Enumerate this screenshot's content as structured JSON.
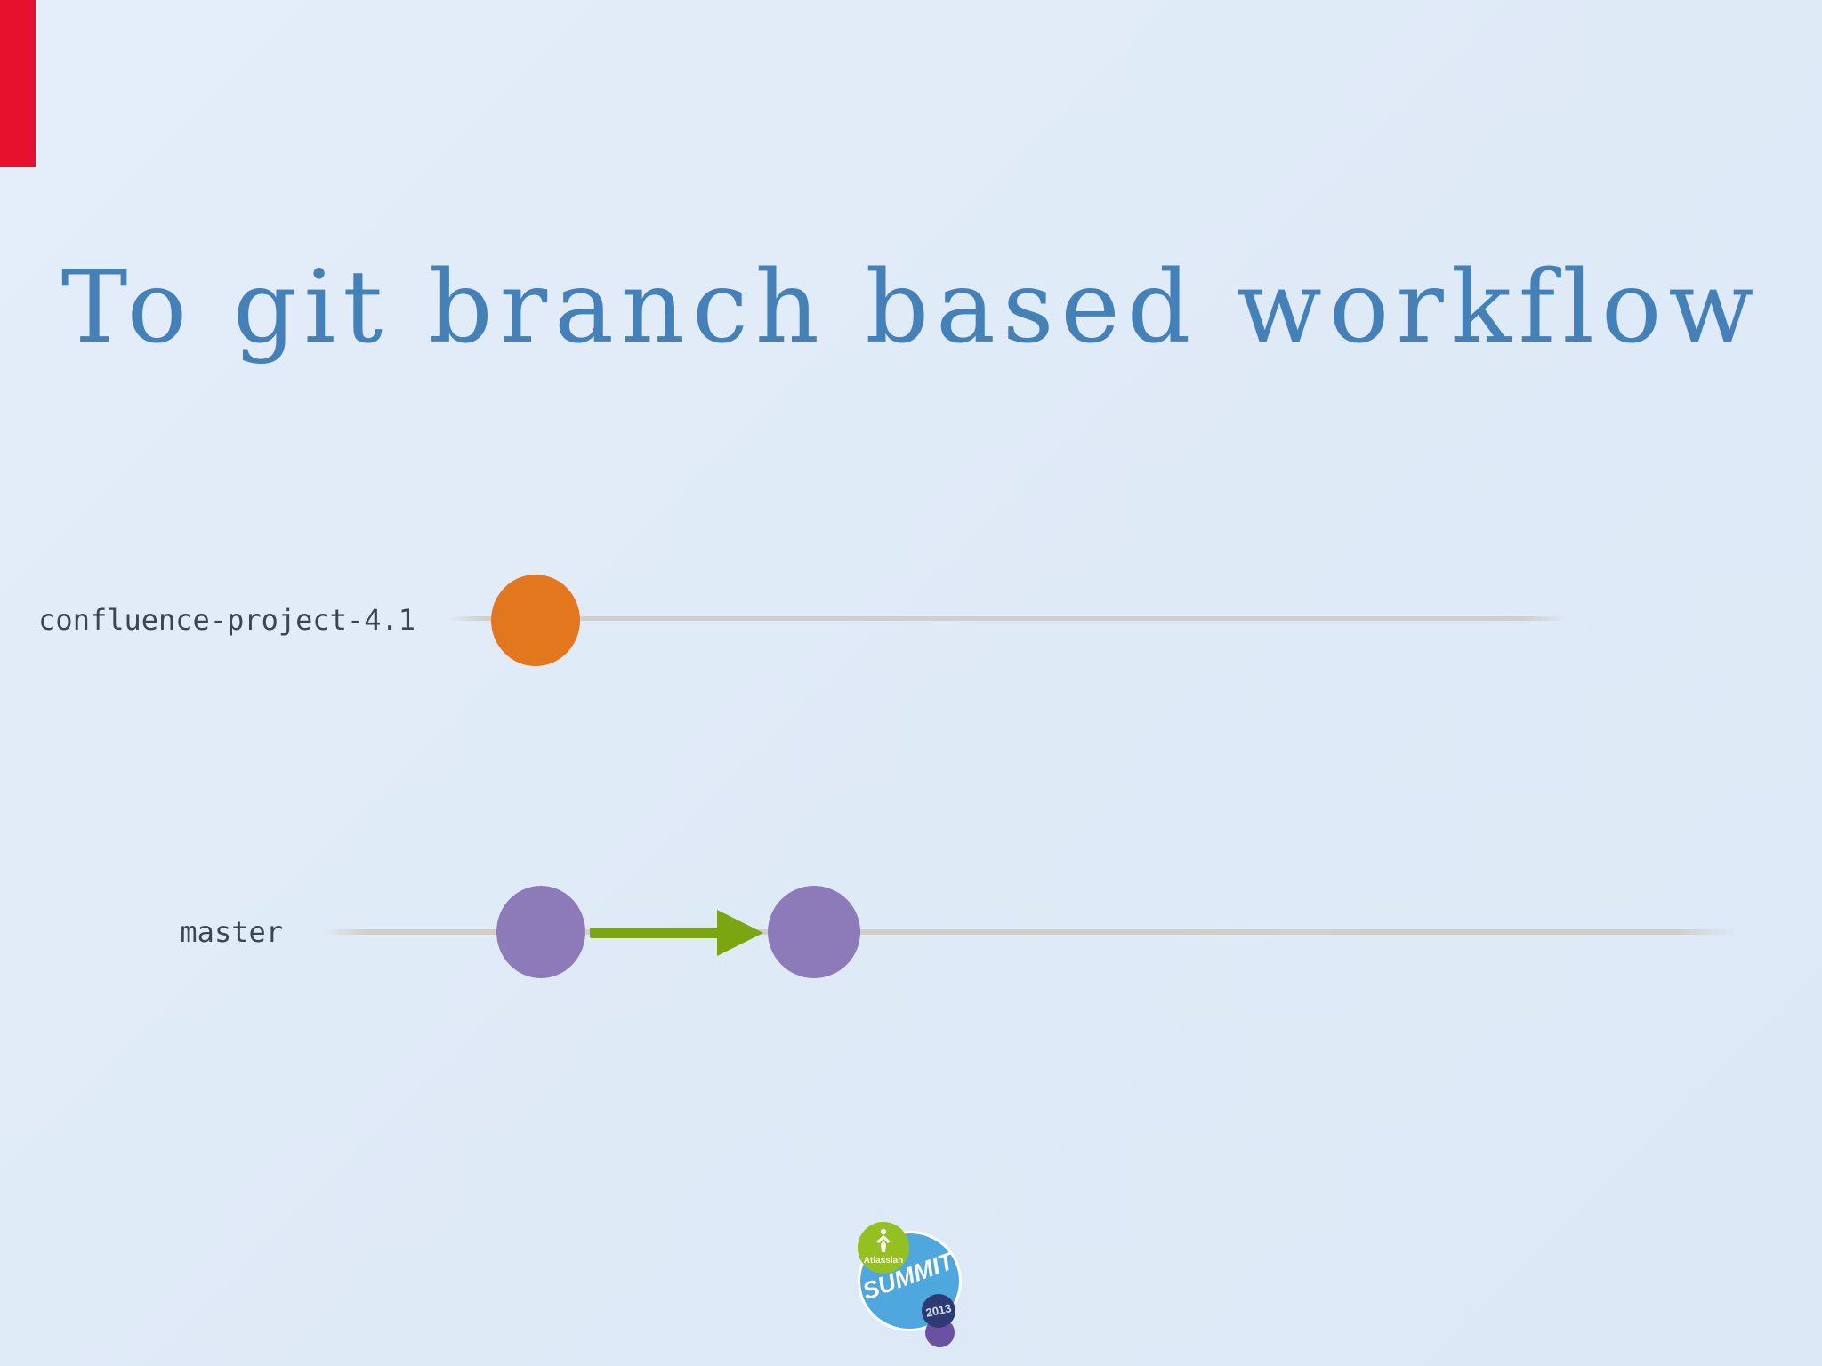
{
  "slide": {
    "title": "To git branch based workflow"
  },
  "diagram": {
    "branches": [
      {
        "label": "confluence-project-4.1",
        "commit_count": 1
      },
      {
        "label": "master",
        "commit_count": 2
      }
    ]
  },
  "logo": {
    "brand": "Atlassian",
    "event": "SUMMIT",
    "year": "2013"
  },
  "colors": {
    "background": "#dfeaf7",
    "title_text": "#4381b8",
    "label_text": "#3b4650",
    "timeline_gray": "#d3cfc8",
    "commit_orange": "#e2771e",
    "commit_purple": "#8d7ab9",
    "arrow_green": "#7ca610",
    "red_bar": "#e8112d",
    "logo_blue": "#4fa8dd",
    "logo_green": "#94c120",
    "logo_navy": "#2e3a72",
    "logo_purple": "#6b51a1"
  }
}
